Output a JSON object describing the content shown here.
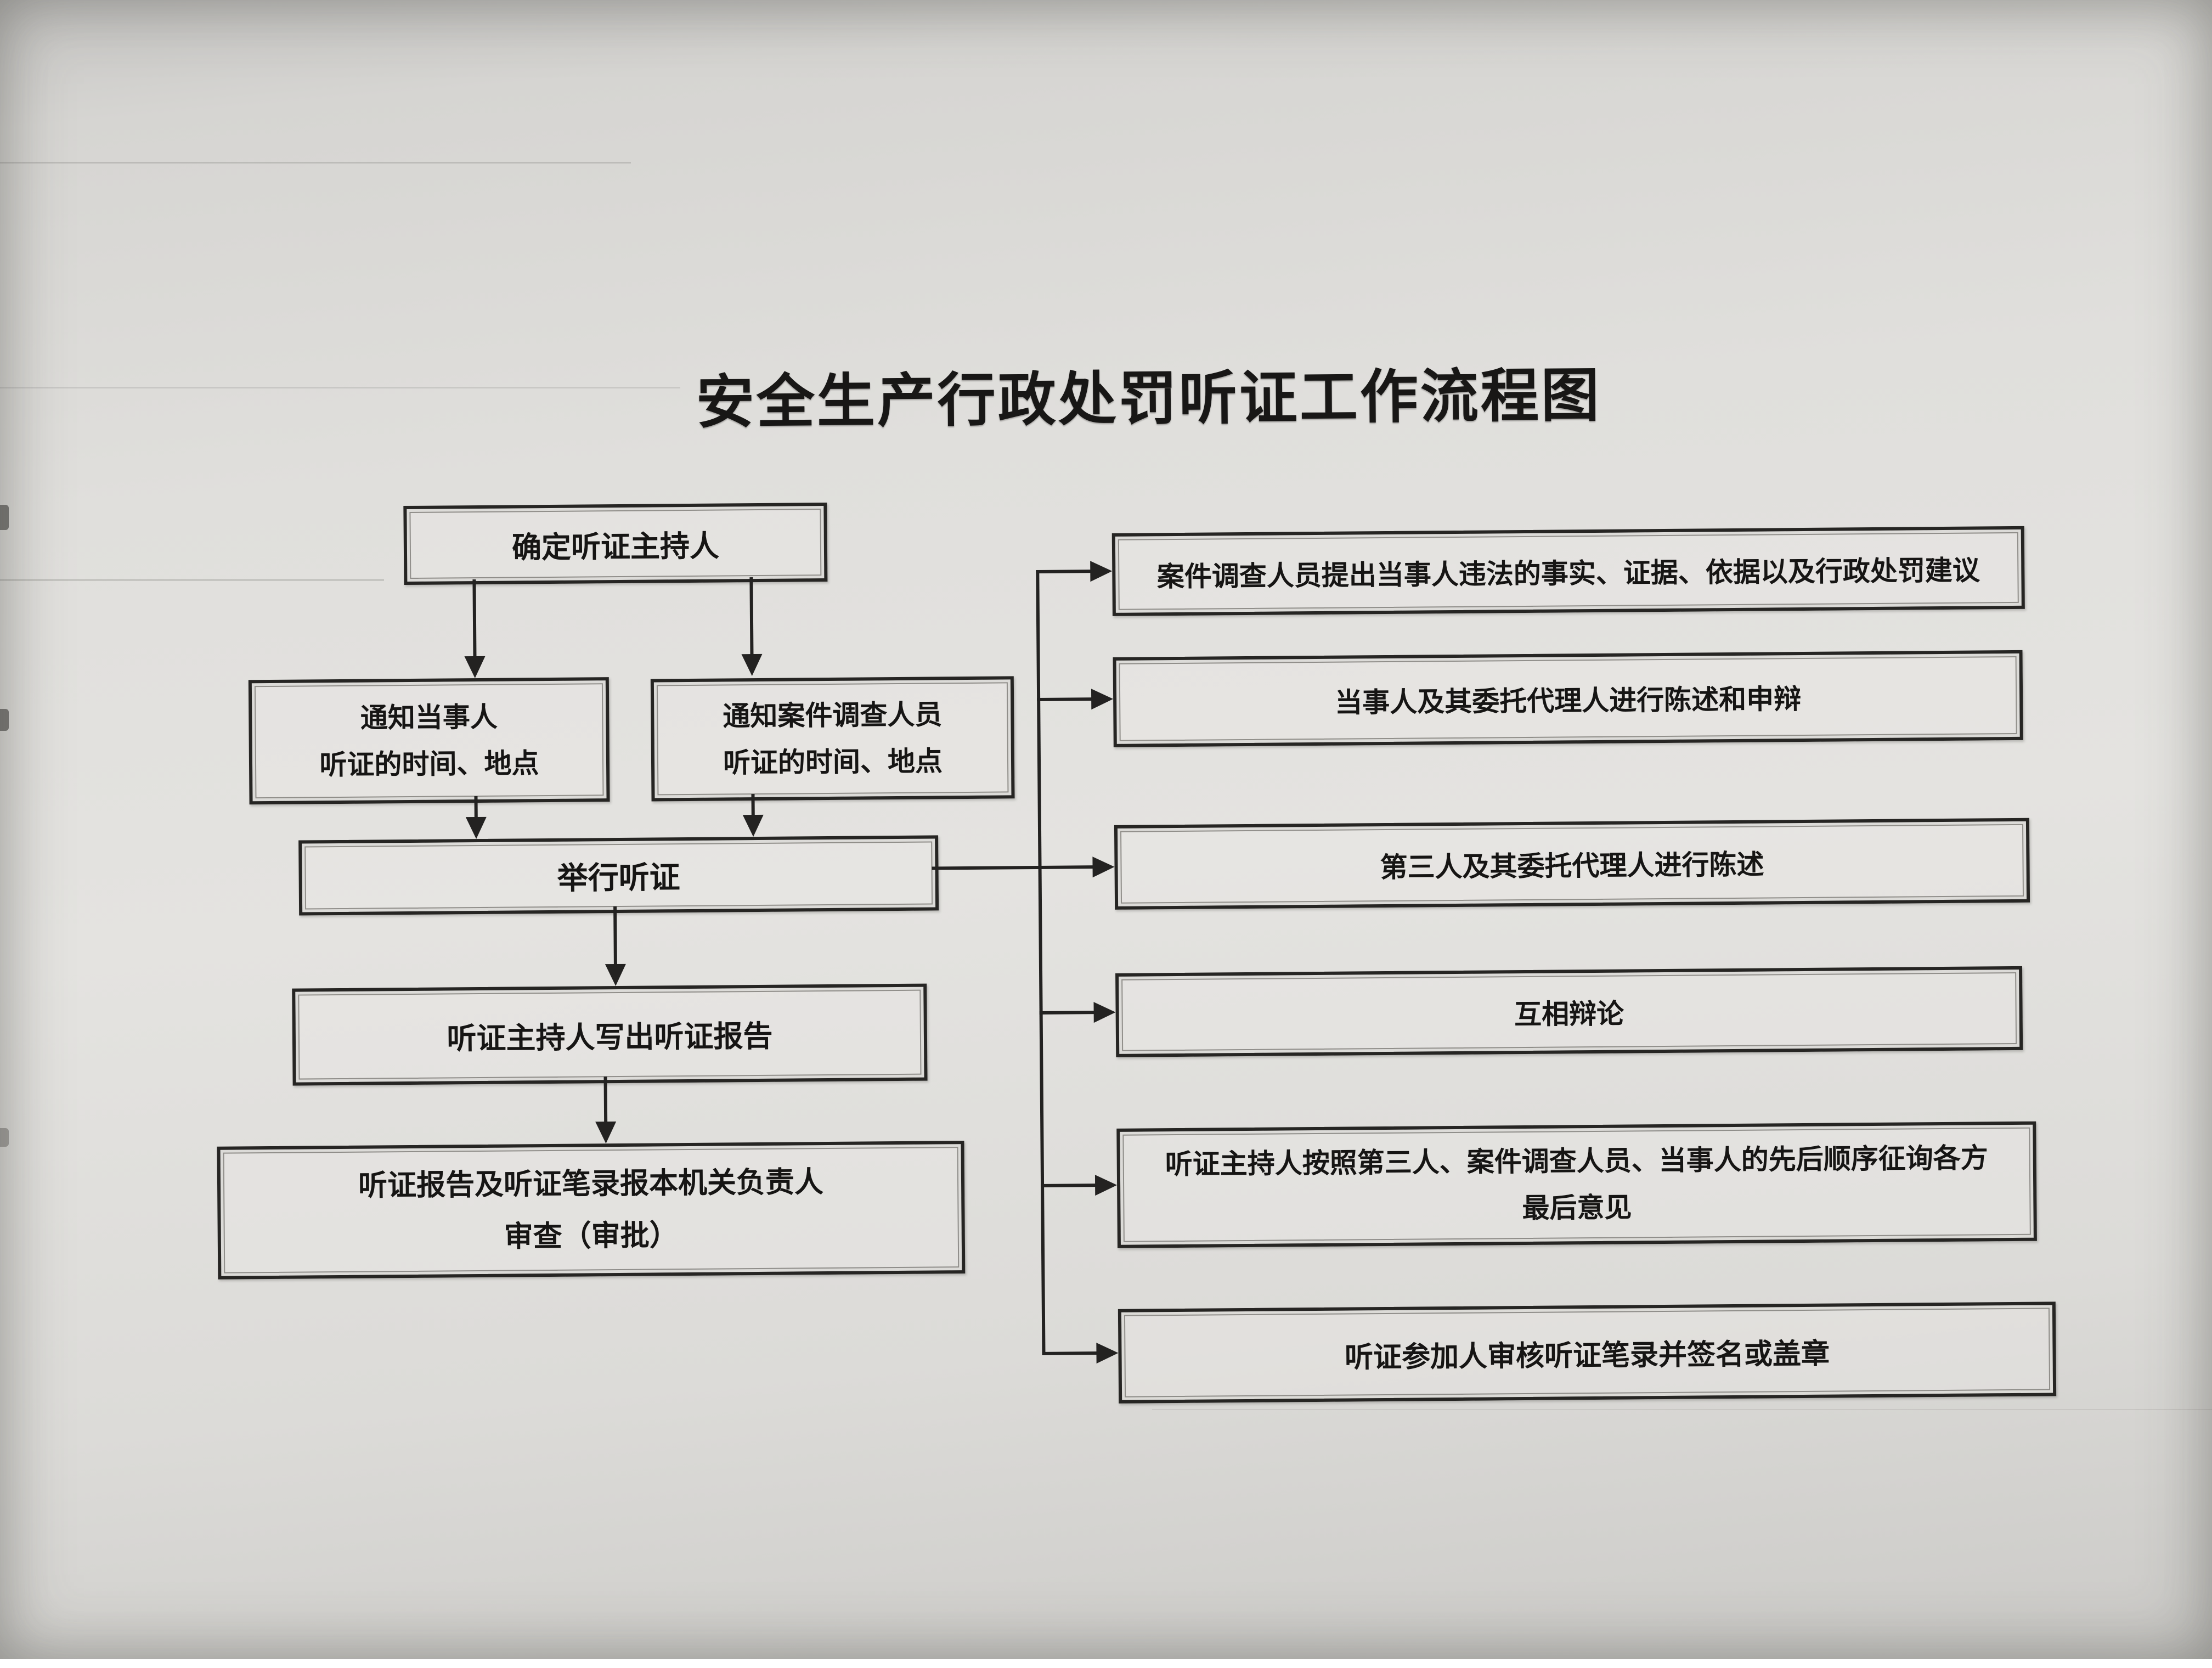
{
  "title": "安全生产行政处罚听证工作流程图",
  "boxes": {
    "determine_hearing_host": "确定听证主持人",
    "notify_party": "通知当事人\n听证的时间、地点",
    "notify_investigators": "通知案件调查人员\n听证的时间、地点",
    "hold_hearing": "举行听证",
    "host_writes_report": "听证主持人写出听证报告",
    "report_review": "听证报告及听证笔录报本机关负责人\n审查（审批）",
    "investigators_present": "案件调查人员提出当事人违法的事实、证据、依据以及行政处罚建议",
    "party_statement": "当事人及其委托代理人进行陈述和申辩",
    "third_party_statement": "第三人及其委托代理人进行陈述",
    "mutual_debate": "互相辩论",
    "final_opinions": "听证主持人按照第三人、案件调查人员、当事人的先后顺序征询各方\n最后意见",
    "sign_transcript": "听证参加人审核听证笔录并签名或盖章"
  }
}
